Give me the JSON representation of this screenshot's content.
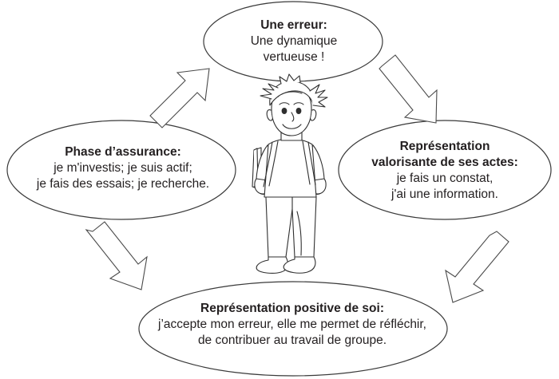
{
  "diagram": {
    "type": "cycle-diagram",
    "language": "fr",
    "stroke_color": "#3a3a3a",
    "background_color": "#ffffff",
    "text_color": "#231f20",
    "center_figure": "standing-boy-with-backpack-illustration",
    "nodes": {
      "top": {
        "id": "une-erreur",
        "title": "Une erreur:",
        "line1": "Une dynamique",
        "line2": "vertueuse !"
      },
      "left": {
        "id": "phase-assurance",
        "title": "Phase d’assurance:",
        "line1": "je m'investis; je suis actif;",
        "line2": "je fais des essais; je recherche."
      },
      "right": {
        "id": "representation-valorisante",
        "title_line1": "Représentation",
        "title_line2": "valorisante de ses actes:",
        "line1": "je fais un constat,",
        "line2": "j'ai une information."
      },
      "bottom": {
        "id": "representation-positive-de-soi",
        "title": "Représentation positive de soi:",
        "line1": "j’accepte mon erreur, elle me permet de réfléchir,",
        "line2": "de contribuer au travail de groupe."
      }
    },
    "arrows": [
      {
        "id": "arrow-left-to-top",
        "from": "left",
        "to": "top",
        "direction": "up-right"
      },
      {
        "id": "arrow-top-to-right",
        "from": "top",
        "to": "right",
        "direction": "down-right"
      },
      {
        "id": "arrow-right-to-bottom",
        "from": "right",
        "to": "bottom",
        "direction": "down-left"
      },
      {
        "id": "arrow-left-to-bottom",
        "from": "left",
        "to": "bottom",
        "direction": "down-right"
      }
    ]
  }
}
